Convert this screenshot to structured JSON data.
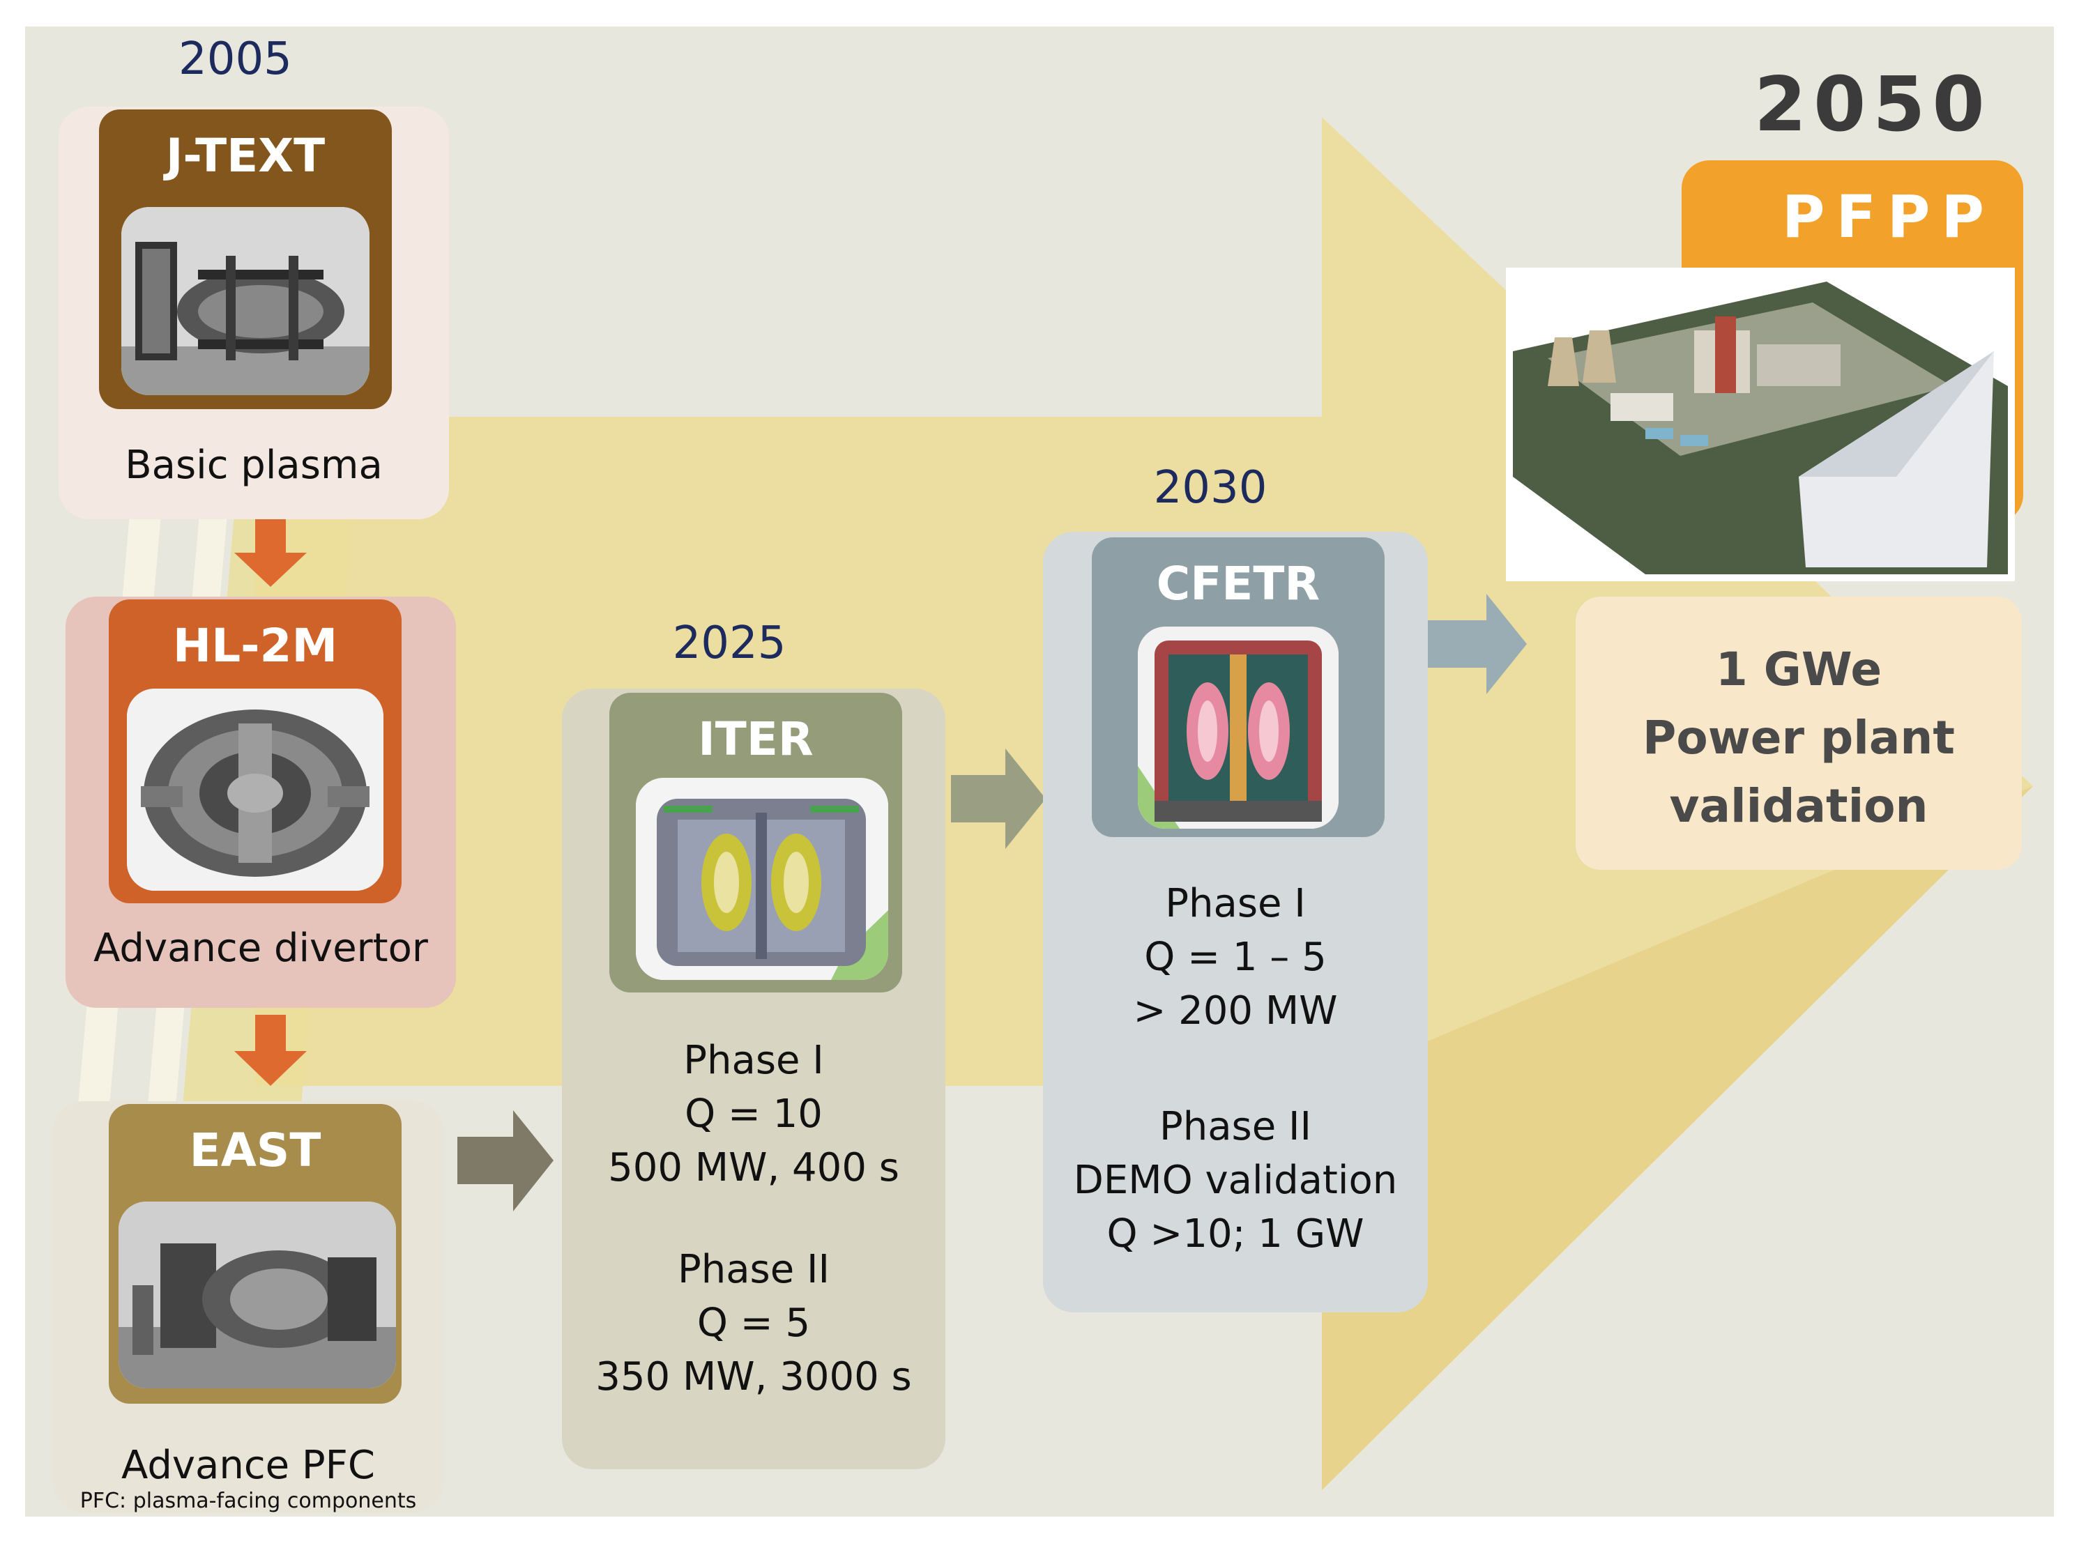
{
  "colors": {
    "background": "#e8e7dd",
    "arrow_yellow": "#ecdd9a",
    "jtext": "#82561c",
    "hl2m": "#cf6229",
    "east": "#a88c4c",
    "iter": "#949c7a",
    "cfetr": "#8ea0a6",
    "pfpp": "#f2a22a",
    "down_arrow": "#df6a30",
    "year_text": "#1c2a5e"
  },
  "stages": {
    "jtext": {
      "year": "2005",
      "name": "J-TEXT",
      "caption": "Basic plasma",
      "icon": "jtext-photo"
    },
    "hl2m": {
      "name": "HL-2M",
      "caption": "Advance divertor",
      "icon": "hl2m-photo"
    },
    "east": {
      "name": "EAST",
      "caption": "Advance PFC",
      "footnote": "PFC: plasma-facing components",
      "icon": "east-photo"
    },
    "iter": {
      "year": "2025",
      "name": "ITER",
      "icon": "iter-cutaway",
      "phase1": [
        "Phase I",
        "Q = 10",
        "500 MW, 400 s"
      ],
      "phase2": [
        "Phase II",
        "Q = 5",
        "350 MW, 3000 s"
      ]
    },
    "cfetr": {
      "year": "2030",
      "name": "CFETR",
      "icon": "cfetr-cutaway",
      "phase1": [
        "Phase I",
        "Q = 1 – 5",
        "> 200 MW"
      ],
      "phase2": [
        "Phase II",
        "DEMO validation",
        "Q >10; 1 GW"
      ]
    },
    "pfpp": {
      "year": "2050",
      "name": "PFPP",
      "icon": "power-plant-render",
      "goal": [
        "1 GWe",
        "Power plant",
        "validation"
      ]
    }
  }
}
